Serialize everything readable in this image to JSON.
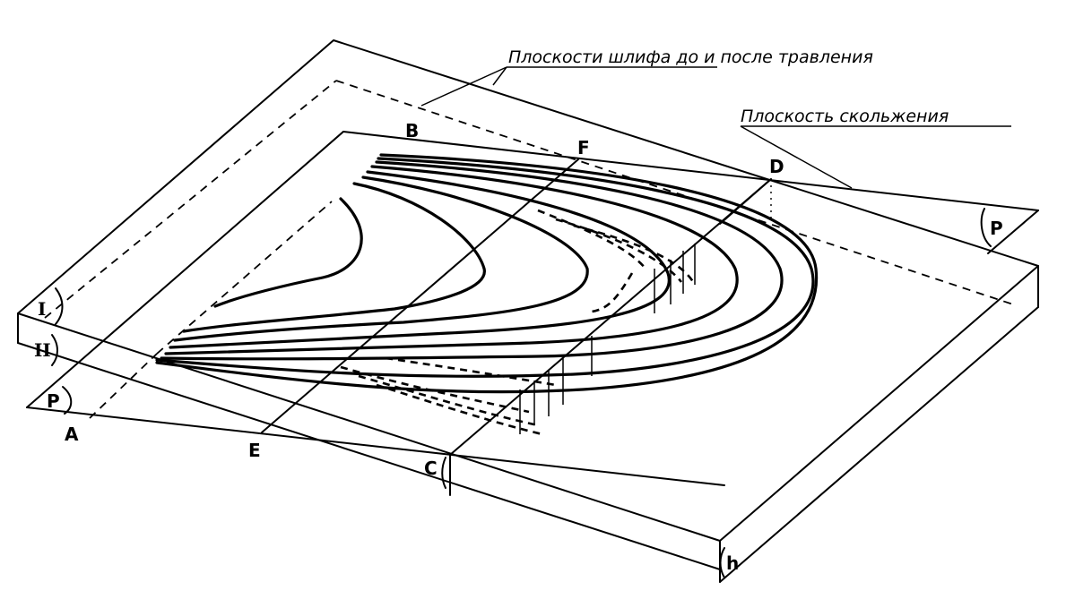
{
  "captions": {
    "planes_before_after": "Плоскости шлифа до и после травления",
    "slip_plane": "Плоскость скольжения"
  },
  "points": {
    "A": "A",
    "B": "B",
    "C": "C",
    "D": "D",
    "E": "E",
    "F": "F"
  },
  "plane_marks": {
    "I": "I",
    "II": "II",
    "P_left": "P",
    "P_right": "P",
    "h": "h"
  }
}
